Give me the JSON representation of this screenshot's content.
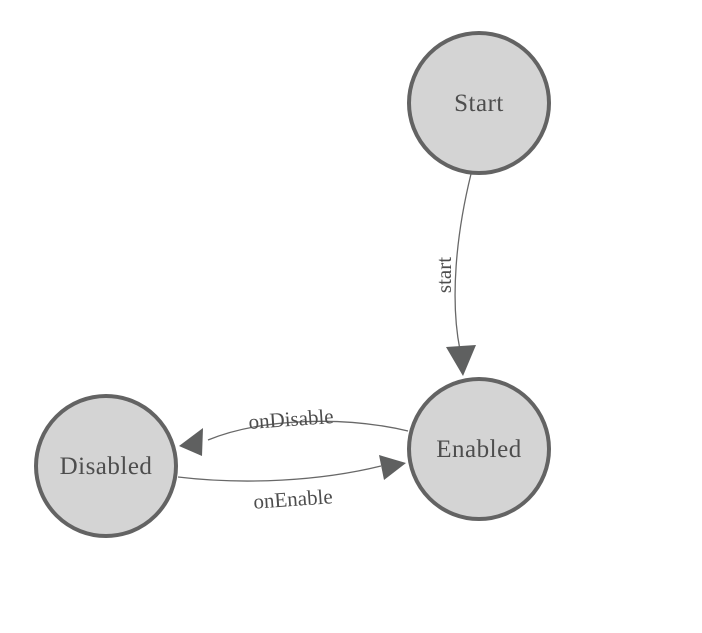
{
  "diagram": {
    "type": "state-machine",
    "background": "#ffffff",
    "colors": {
      "node_fill": "#d4d4d4",
      "node_border": "#636363",
      "node_text": "#4d4d4d",
      "edge_line": "#686868",
      "edge_text": "#4d4d4d",
      "arrow_fill": "#5f6060"
    },
    "nodes": [
      {
        "id": "Start",
        "label": "Start"
      },
      {
        "id": "Enabled",
        "label": "Enabled"
      },
      {
        "id": "Disabled",
        "label": "Disabled"
      }
    ],
    "edges": [
      {
        "from": "Start",
        "to": "Enabled",
        "label": "start"
      },
      {
        "from": "Enabled",
        "to": "Disabled",
        "label": "onDisable"
      },
      {
        "from": "Disabled",
        "to": "Enabled",
        "label": "onEnable"
      }
    ]
  }
}
